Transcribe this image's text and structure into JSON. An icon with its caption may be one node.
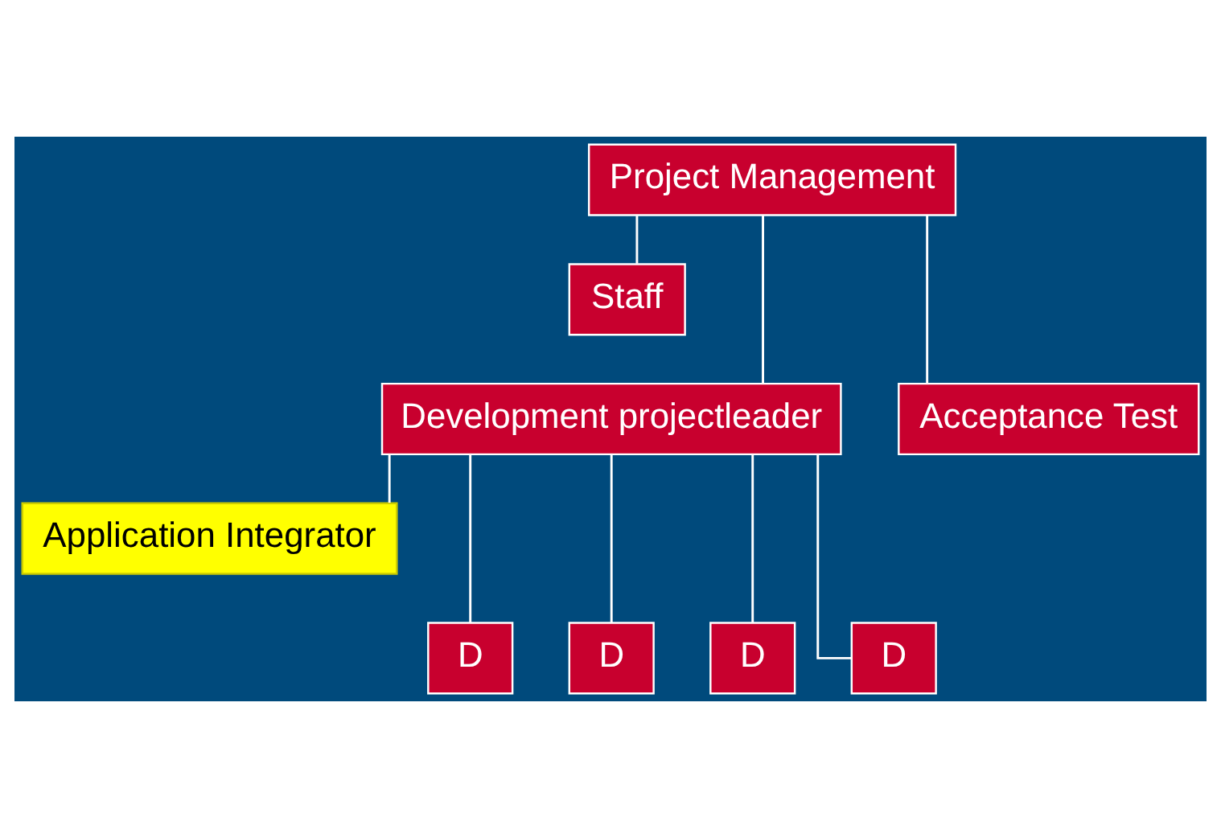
{
  "diagram": {
    "nodes": [
      {
        "text": [
          "Project Management"
        ]
      },
      {
        "text": [
          "Staff"
        ]
      },
      {
        "text": [
          "Development projectleader"
        ]
      },
      {
        "text": [
          "Acceptance Test"
        ]
      },
      {
        "text": [
          "Application Integrator"
        ]
      },
      {
        "text": [
          "D"
        ]
      },
      {
        "text": [
          "D"
        ]
      },
      {
        "text": [
          "D"
        ]
      },
      {
        "text": [
          "D"
        ]
      }
    ],
    "edges": [
      {
        "from": 0,
        "to": 1,
        "arrow": "none"
      },
      {
        "from": 0,
        "to": 2,
        "arrow": "none"
      },
      {
        "from": 0,
        "to": 3,
        "arrow": "none"
      },
      {
        "from": 2,
        "to": 4,
        "arrow": "none"
      },
      {
        "from": 2,
        "to": 5,
        "arrow": "none"
      },
      {
        "from": 2,
        "to": 6,
        "arrow": "none"
      },
      {
        "from": 2,
        "to": 7,
        "arrow": "none"
      },
      {
        "from": 2,
        "to": 8,
        "arrow": "none"
      }
    ]
  }
}
